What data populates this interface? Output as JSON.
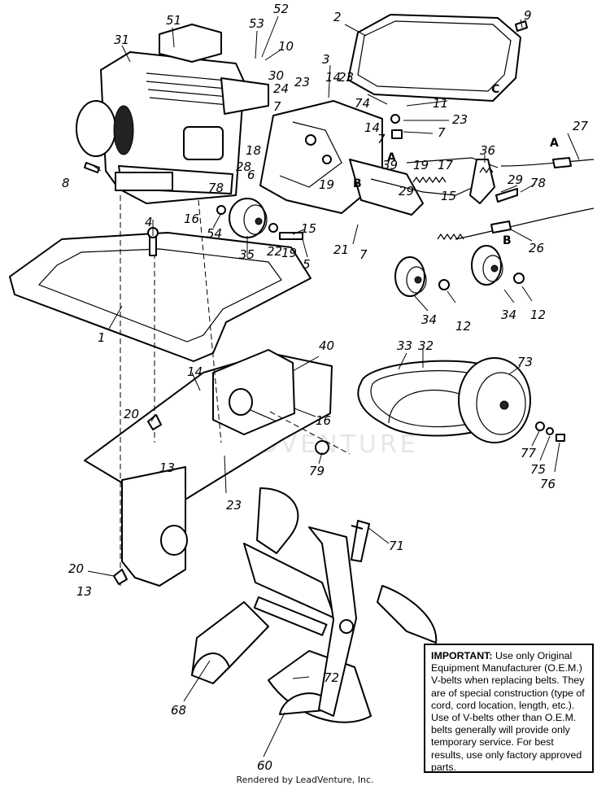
{
  "watermark": "LEADVENTURE",
  "callouts": [
    {
      "id": "c-51",
      "text": "51"
    },
    {
      "id": "c-53",
      "text": "53"
    },
    {
      "id": "c-52",
      "text": "52"
    },
    {
      "id": "c-31",
      "text": "31"
    },
    {
      "id": "c-10",
      "text": "10"
    },
    {
      "id": "c-30",
      "text": "30"
    },
    {
      "id": "c-2",
      "text": "2"
    },
    {
      "id": "c-9",
      "text": "9"
    },
    {
      "id": "c-3",
      "text": "3"
    },
    {
      "id": "c-14a",
      "text": "14"
    },
    {
      "id": "c-23a",
      "text": "23"
    },
    {
      "id": "c-24",
      "text": "24"
    },
    {
      "id": "c-23b",
      "text": "23"
    },
    {
      "id": "c-74",
      "text": "74"
    },
    {
      "id": "c-11",
      "text": "11"
    },
    {
      "id": "c-23c",
      "text": "23"
    },
    {
      "id": "c-7a",
      "text": "7"
    },
    {
      "id": "c-7b",
      "text": "7"
    },
    {
      "id": "c-14b",
      "text": "14"
    },
    {
      "id": "c-7c",
      "text": "7"
    },
    {
      "id": "c-27",
      "text": "27"
    },
    {
      "id": "c-8",
      "text": "8"
    },
    {
      "id": "c-18",
      "text": "18"
    },
    {
      "id": "c-28",
      "text": "28"
    },
    {
      "id": "c-6",
      "text": "6"
    },
    {
      "id": "c-36",
      "text": "36"
    },
    {
      "id": "c-17",
      "text": "17"
    },
    {
      "id": "c-39",
      "text": "39"
    },
    {
      "id": "c-19a",
      "text": "19"
    },
    {
      "id": "c-15a",
      "text": "15"
    },
    {
      "id": "c-29a",
      "text": "29"
    },
    {
      "id": "c-78a",
      "text": "78"
    },
    {
      "id": "c-16a",
      "text": "16"
    },
    {
      "id": "c-78b",
      "text": "78"
    },
    {
      "id": "c-19b",
      "text": "19"
    },
    {
      "id": "c-29b",
      "text": "29"
    },
    {
      "id": "c-4",
      "text": "4"
    },
    {
      "id": "c-54",
      "text": "54"
    },
    {
      "id": "c-15b",
      "text": "15"
    },
    {
      "id": "c-21",
      "text": "21"
    },
    {
      "id": "c-7d",
      "text": "7"
    },
    {
      "id": "c-26",
      "text": "26"
    },
    {
      "id": "c-35",
      "text": "35"
    },
    {
      "id": "c-22",
      "text": "22"
    },
    {
      "id": "c-19c",
      "text": "19"
    },
    {
      "id": "c-5",
      "text": "5"
    },
    {
      "id": "c-34a",
      "text": "34"
    },
    {
      "id": "c-12a",
      "text": "12"
    },
    {
      "id": "c-34b",
      "text": "34"
    },
    {
      "id": "c-12b",
      "text": "12"
    },
    {
      "id": "c-1",
      "text": "1"
    },
    {
      "id": "c-40",
      "text": "40"
    },
    {
      "id": "c-33",
      "text": "33"
    },
    {
      "id": "c-32",
      "text": "32"
    },
    {
      "id": "c-73",
      "text": "73"
    },
    {
      "id": "c-14c",
      "text": "14"
    },
    {
      "id": "c-20a",
      "text": "20"
    },
    {
      "id": "c-16b",
      "text": "16"
    },
    {
      "id": "c-13a",
      "text": "13"
    },
    {
      "id": "c-77",
      "text": "77"
    },
    {
      "id": "c-75",
      "text": "75"
    },
    {
      "id": "c-76",
      "text": "76"
    },
    {
      "id": "c-79",
      "text": "79"
    },
    {
      "id": "c-23d",
      "text": "23"
    },
    {
      "id": "c-71",
      "text": "71"
    },
    {
      "id": "c-20b",
      "text": "20"
    },
    {
      "id": "c-13b",
      "text": "13"
    },
    {
      "id": "c-72",
      "text": "72"
    },
    {
      "id": "c-68",
      "text": "68"
    },
    {
      "id": "c-60",
      "text": "60"
    }
  ],
  "letters": [
    {
      "id": "l-A1",
      "text": "A"
    },
    {
      "id": "l-B1",
      "text": "B"
    },
    {
      "id": "l-C",
      "text": "C"
    },
    {
      "id": "l-A2",
      "text": "A"
    },
    {
      "id": "l-B2",
      "text": "B"
    }
  ],
  "notice": {
    "heading": "IMPORTANT:",
    "body": "Use only Original Equipment Manufacturer (O.E.M.) V-belts when replacing belts. They are of special construction (type of cord, cord location, length, etc.). Use of V-belts other than O.E.M. belts generally will provide only temporary service. For best results, use only factory approved parts."
  },
  "credit": "Rendered by LeadVenture, Inc."
}
